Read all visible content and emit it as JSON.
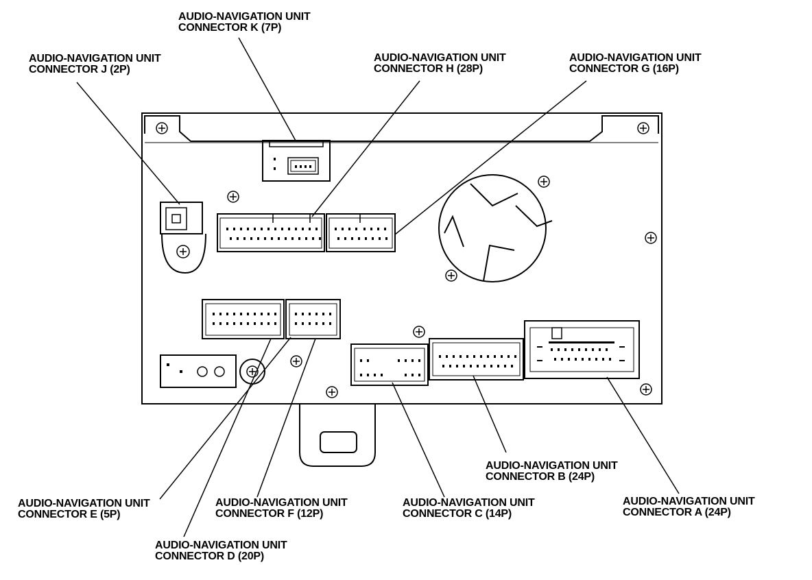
{
  "labels": {
    "K": {
      "line1": "AUDIO-NAVIGATION UNIT",
      "line2": "CONNECTOR K (7P)"
    },
    "J": {
      "line1": "AUDIO-NAVIGATION UNIT",
      "line2": "CONNECTOR J (2P)"
    },
    "H": {
      "line1": "AUDIO-NAVIGATION UNIT",
      "line2": "CONNECTOR H (28P)"
    },
    "G": {
      "line1": "AUDIO-NAVIGATION UNIT",
      "line2": "CONNECTOR G (16P)"
    },
    "B": {
      "line1": "AUDIO-NAVIGATION UNIT",
      "line2": "CONNECTOR B (24P)"
    },
    "E": {
      "line1": "AUDIO-NAVIGATION UNIT",
      "line2": "CONNECTOR E (5P)"
    },
    "F": {
      "line1": "AUDIO-NAVIGATION UNIT",
      "line2": "CONNECTOR F (12P)"
    },
    "C": {
      "line1": "AUDIO-NAVIGATION UNIT",
      "line2": "CONNECTOR C (14P)"
    },
    "A": {
      "line1": "AUDIO-NAVIGATION UNIT",
      "line2": "CONNECTOR A (24P)"
    },
    "D": {
      "line1": "AUDIO-NAVIGATION UNIT",
      "line2": "CONNECTOR D (20P)"
    }
  },
  "colors": {
    "ink": "#000000",
    "paper": "#ffffff"
  },
  "icons": [
    "screw-icon",
    "fan-icon"
  ]
}
